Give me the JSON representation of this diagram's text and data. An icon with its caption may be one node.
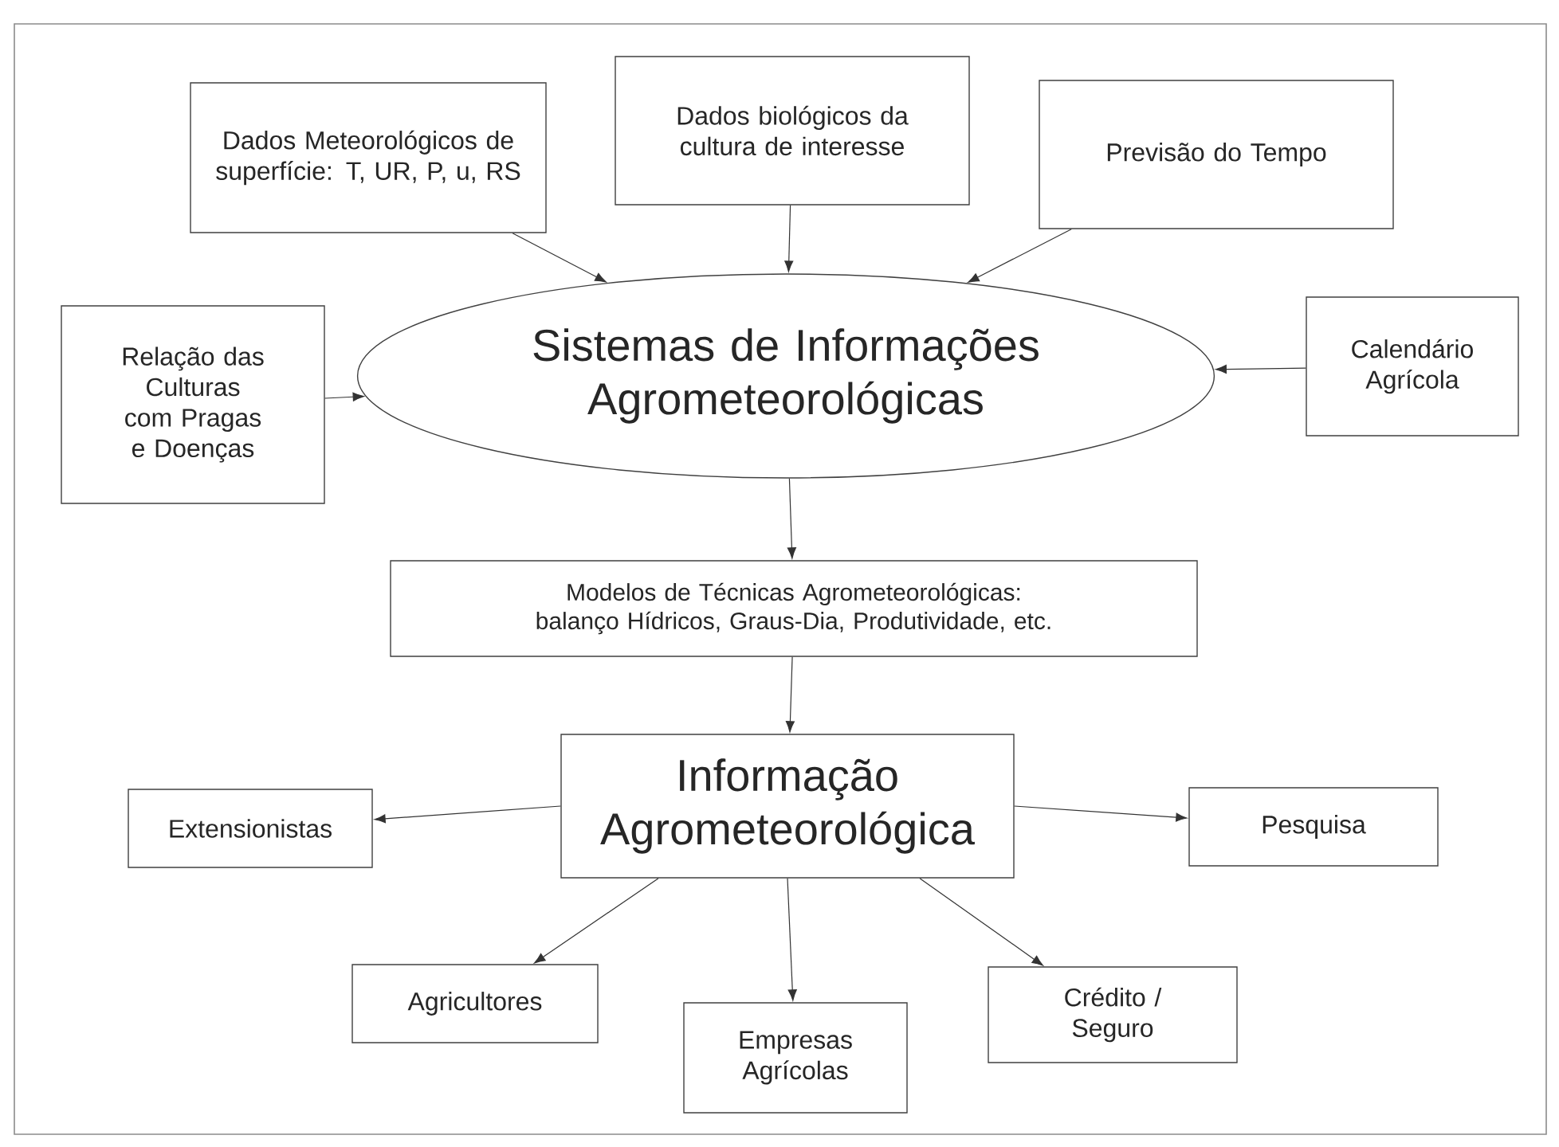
{
  "diagram": {
    "nodes": [
      {
        "text": [
          "Dados Meteorológicos de superfície: T, UR, P, u, RS"
        ]
      },
      {
        "text": [
          "Dados biológicos da cultura de interesse"
        ]
      },
      {
        "text": [
          "Previsão do Tempo"
        ]
      },
      {
        "text": [
          "Relação das Culturas com Pragas e Doenças"
        ]
      },
      {
        "text": [
          "Sistemas de Informações Agrometeorológicas"
        ]
      },
      {
        "text": [
          "Calendário Agrícola"
        ]
      },
      {
        "text": [
          "Modelos de Técnicas Agrometeorológicas: balanço Hídricos, Graus-Dia, Produtividade, etc."
        ]
      },
      {
        "text": [
          "Informação Agrometeorológica"
        ]
      },
      {
        "text": [
          "Extensionistas"
        ]
      },
      {
        "text": [
          "Pesquisa"
        ]
      },
      {
        "text": [
          "Agricultores"
        ]
      },
      {
        "text": [
          "Empresas Agrícolas"
        ]
      },
      {
        "text": [
          "Crédito / Seguro"
        ]
      }
    ],
    "edges": [
      {
        "from": 0,
        "to": 4,
        "arrow": "to"
      },
      {
        "from": 1,
        "to": 4,
        "arrow": "to"
      },
      {
        "from": 2,
        "to": 4,
        "arrow": "to"
      },
      {
        "from": 3,
        "to": 4,
        "arrow": "to"
      },
      {
        "from": 5,
        "to": 4,
        "arrow": "to"
      },
      {
        "from": 4,
        "to": 6,
        "arrow": "to"
      },
      {
        "from": 6,
        "to": 7,
        "arrow": "to"
      },
      {
        "from": 7,
        "to": 8,
        "arrow": "to"
      },
      {
        "from": 7,
        "to": 9,
        "arrow": "to"
      },
      {
        "from": 7,
        "to": 10,
        "arrow": "to"
      },
      {
        "from": 7,
        "to": 11,
        "arrow": "to"
      },
      {
        "from": 7,
        "to": 12,
        "arrow": "to"
      }
    ]
  }
}
